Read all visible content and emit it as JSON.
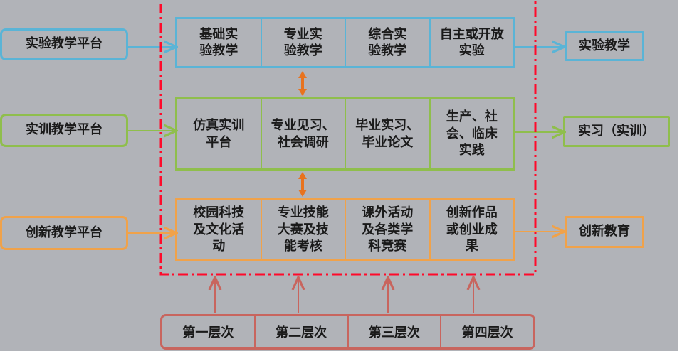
{
  "platforms": [
    {
      "label": "实验教学平台"
    },
    {
      "label": "实训教学平台"
    },
    {
      "label": "创新教学平台"
    }
  ],
  "rows": [
    {
      "cells": [
        "基础实\n验教学",
        "专业实\n验教学",
        "综合实\n验教学",
        "自主或开放\n实验"
      ]
    },
    {
      "cells": [
        "仿真实训\n平台",
        "专业见习、\n社会调研",
        "毕业实习、\n毕业论文",
        "生产、社\n会、临床\n实践"
      ]
    },
    {
      "cells": [
        "校园科技\n及文化活\n动",
        "专业技能\n大赛及技\n能考核",
        "课外活动\n及各类学\n科竞赛",
        "创新作品\n或创业成\n果"
      ]
    }
  ],
  "outcomes": [
    {
      "label": "实验教学"
    },
    {
      "label": "实习（实训）"
    },
    {
      "label": "创新教育"
    }
  ],
  "levels": [
    "第一层次",
    "第二层次",
    "第三层次",
    "第四层次"
  ],
  "colors": {
    "background": "#b1b3b8",
    "blue": "#5ab4d6",
    "green": "#8fbe4c",
    "orange": "#f0a24a",
    "red_frame": "#ff0a2a",
    "level_red": "#c8655e",
    "double_arrow": "#e8731e"
  }
}
